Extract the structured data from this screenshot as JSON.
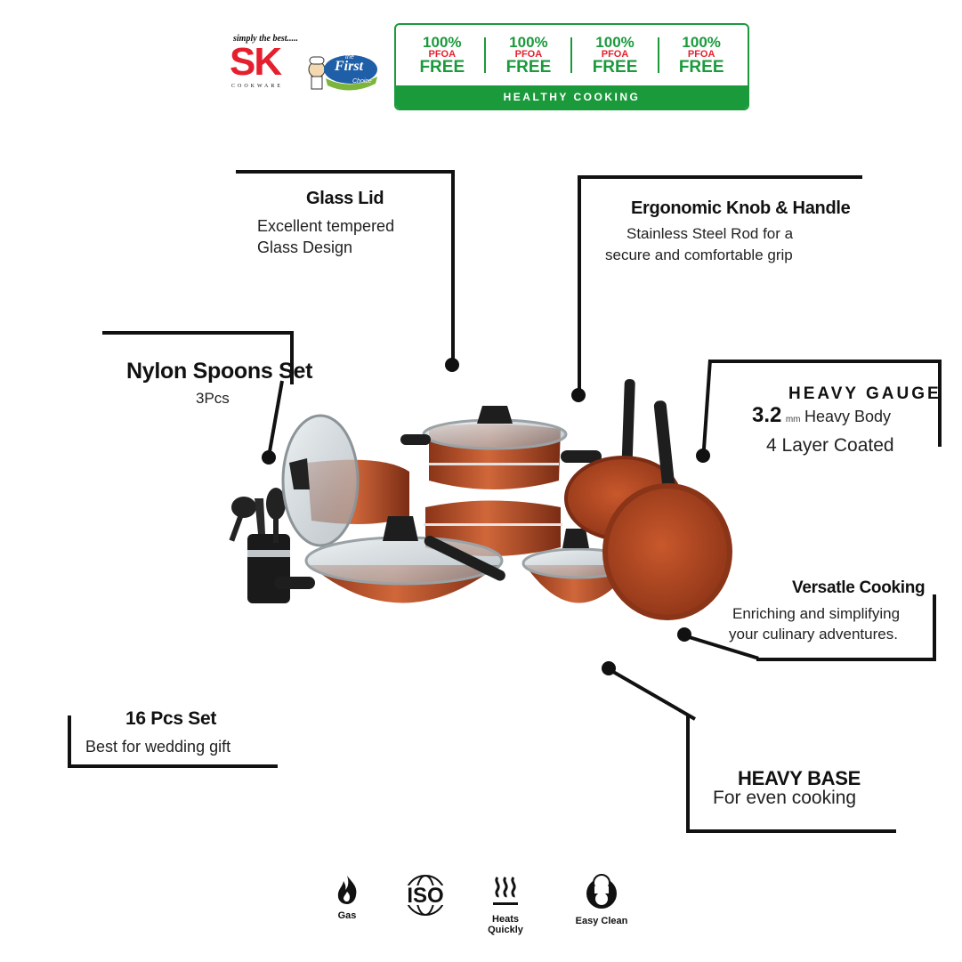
{
  "header": {
    "tagline": "simply the best.....",
    "brand": "SK",
    "brand_sub": "COOKWARE",
    "first_choice": {
      "small": "the",
      "main": "First",
      "ribbon": "Choice"
    },
    "badges": [
      {
        "top": "100%",
        "mid": "PFOA",
        "bottom": "FREE"
      },
      {
        "top": "100%",
        "mid": "PFOA",
        "bottom": "FREE"
      },
      {
        "top": "100%",
        "mid": "PFOA",
        "bottom": "FREE"
      },
      {
        "top": "100%",
        "mid": "PFOA",
        "bottom": "FREE"
      }
    ],
    "badge_footer": "HEALTHY COOKING"
  },
  "features": {
    "glass_lid": {
      "title": "Glass Lid",
      "line1": "Excellent tempered",
      "line2": "Glass Design"
    },
    "ergonomic": {
      "title": "Ergonomic Knob & Handle",
      "line1": "Stainless Steel Rod for a",
      "line2": "secure and comfortable grip"
    },
    "nylon": {
      "title": "Nylon Spoons Set",
      "line1": "3Pcs"
    },
    "heavy_gauge": {
      "title": "HEAVY GAUGE",
      "value": "3.2",
      "unit": "mm",
      "body": "Heavy Body",
      "line2": "4 Layer Coated"
    },
    "versatile": {
      "title": "Versatle Cooking",
      "line1": "Enriching and simplifying",
      "line2": "your culinary adventures."
    },
    "set16": {
      "title": "16 Pcs Set",
      "line1": "Best for wedding gift"
    },
    "heavy_base": {
      "title": "HEAVY BASE",
      "line1": "For even cooking"
    }
  },
  "icons": [
    {
      "name": "flame-icon",
      "label": "Gas"
    },
    {
      "name": "iso-icon",
      "label": "ISO"
    },
    {
      "name": "steam-icon",
      "label": "Heats Quickly"
    },
    {
      "name": "chef-icon",
      "label": "Easy Clean"
    }
  ],
  "colors": {
    "brand_red": "#e5202e",
    "badge_green": "#1b9a3c",
    "copper": "#b8502a",
    "line": "#111111"
  }
}
